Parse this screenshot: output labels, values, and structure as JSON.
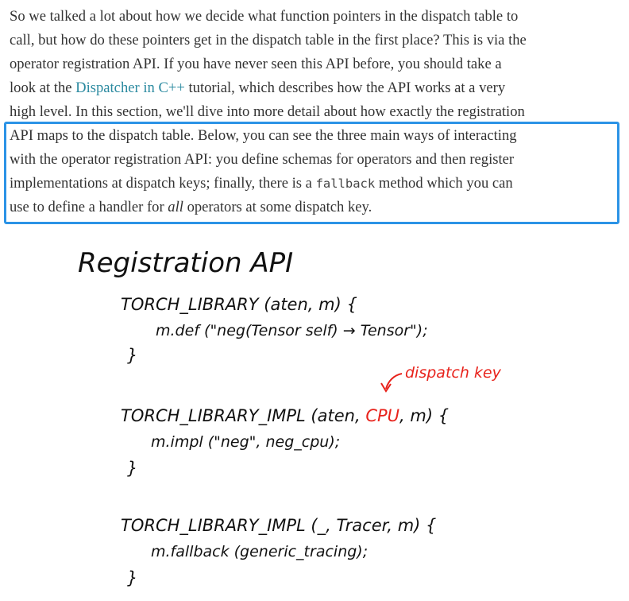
{
  "article": {
    "lines": [
      {
        "text": "So we talked a lot about how we decide what function pointers in the dispatch table to"
      },
      {
        "text": "call, but how do these pointers get in the dispatch table in the first place? This is via the"
      },
      {
        "text": "operator registration API. If you have never seen this API before, you should take a"
      },
      {
        "before": "look at the ",
        "link": "Dispatcher in C++",
        "after": " tutorial, which describes how the API works at a very"
      },
      {
        "text": "high level. In this section, we'll dive into more detail about how exactly the registration"
      },
      {
        "text": "API maps to the dispatch table. Below, you can see the three main ways of interacting"
      },
      {
        "text": "with the operator registration API: you define schemas for operators and then register"
      },
      {
        "before": "implementations at dispatch keys; finally, there is a ",
        "code": "fallback",
        "after": " method which you can"
      },
      {
        "before": "use to define a handler for ",
        "em": "all",
        "after": " operators at some dispatch key."
      }
    ]
  },
  "diagram": {
    "title": "Registration API",
    "annotation": "dispatch key",
    "blocks": [
      {
        "head_before": "TORCH_LIBRARY (aten, m) {",
        "body": "m.def (\"neg(Tensor self) → Tensor\");",
        "close": "}"
      },
      {
        "head_before": "TORCH_LIBRARY_IMPL (aten, ",
        "head_key": "CPU",
        "head_after": ", m) {",
        "body": "m.impl (\"neg\", neg_cpu);",
        "close": "}"
      },
      {
        "head_before": "TORCH_LIBRARY_IMPL (_, Tracer, m) {",
        "body": "m.fallback (generic_tracing);",
        "close": "}"
      }
    ],
    "colors": {
      "ink": "#111111",
      "key": "#e8231c",
      "highlight": "#2b93e6",
      "link": "#2b8aa0"
    }
  }
}
